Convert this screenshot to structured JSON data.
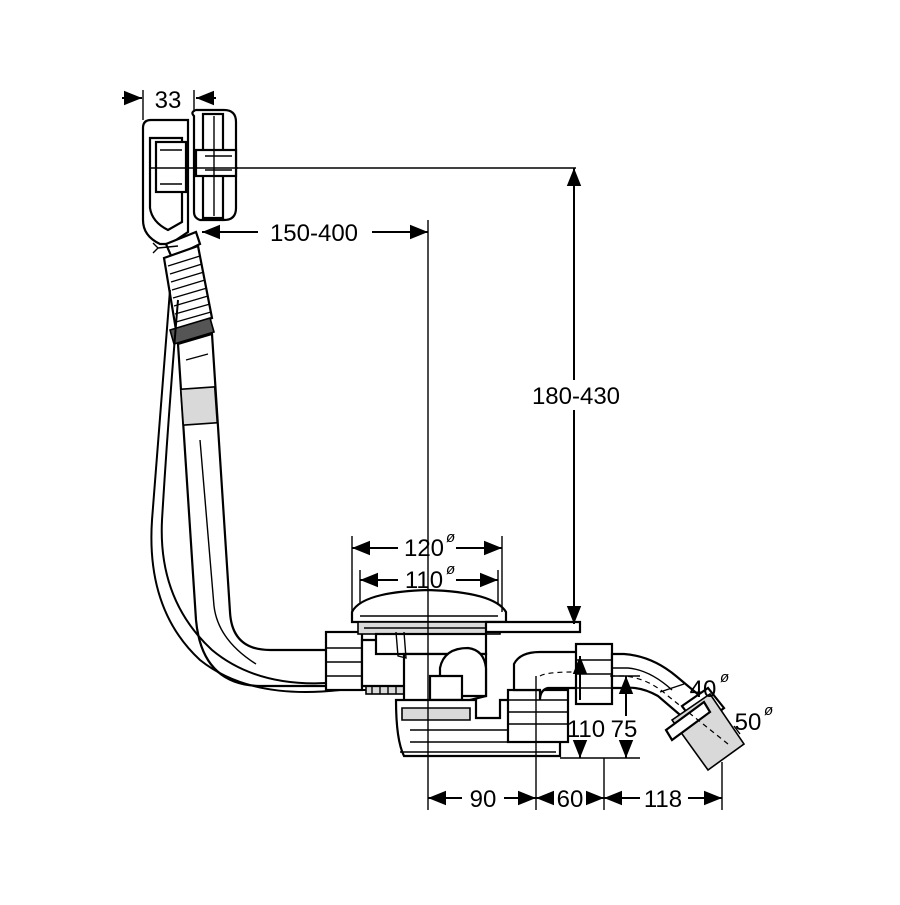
{
  "dimensions": {
    "overflow_width": "33",
    "overflow_offset": "150-400",
    "height_range": "180-430",
    "outer_diameter": "120",
    "inner_diameter": "110",
    "diameter_symbol": "ø",
    "outlet_height": "110",
    "trap_height": "75",
    "horizontal_a": "90",
    "horizontal_b": "60",
    "horizontal_c": "118",
    "pipe_small": "40",
    "pipe_large": "50"
  }
}
